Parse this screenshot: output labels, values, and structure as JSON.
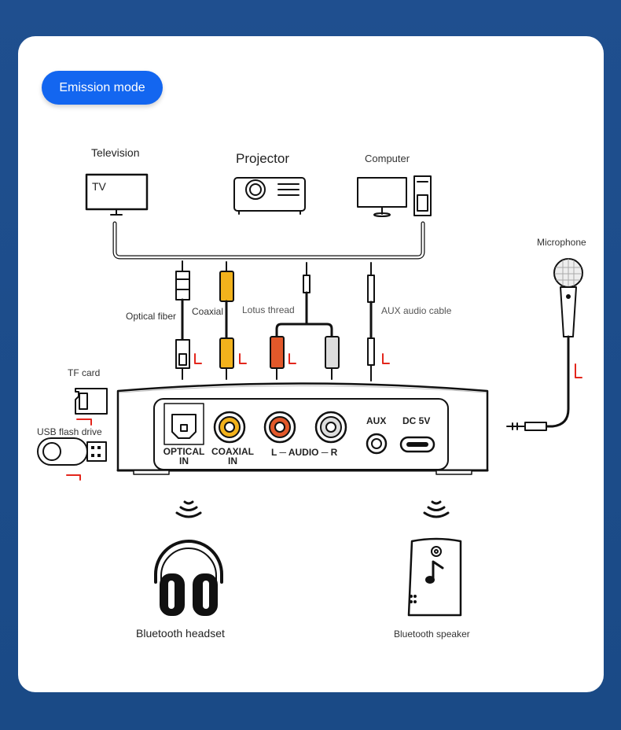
{
  "badge": {
    "label": "Emission mode"
  },
  "sources": {
    "television": "Television",
    "tv_screen_text": "TV",
    "projector": "Projector",
    "computer": "Computer"
  },
  "cables": {
    "optical": "Optical fiber",
    "coaxial": "Coaxial",
    "lotus": "Lotus thread",
    "aux": "AUX audio cable"
  },
  "side_inputs": {
    "tf_card": "TF card",
    "usb": "USB flash drive",
    "microphone": "Microphone"
  },
  "device_ports": {
    "optical_line1": "OPTICAL",
    "optical_line2": "IN",
    "coaxial_line1": "COAXIAL",
    "coaxial_line2": "IN",
    "audio": "L ─ AUDIO ─ R",
    "aux": "AUX",
    "dc": "DC 5V"
  },
  "outputs": {
    "headset": "Bluetooth headset",
    "speaker": "Bluetooth speaker"
  },
  "colors": {
    "background": "#1f4f8f",
    "badge": "#1366f0",
    "coaxial_plug": "#f2b21c",
    "audio_left": "#e2582a",
    "arrow": "#e3261c"
  }
}
